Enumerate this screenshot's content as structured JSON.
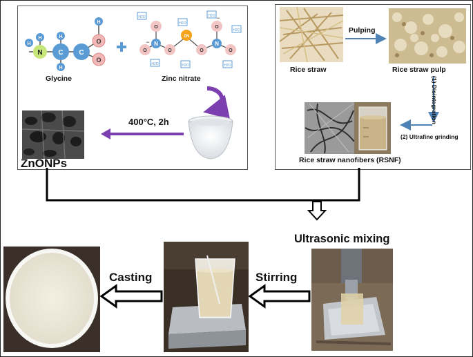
{
  "top_left": {
    "glycine_label": "Glycine",
    "zinc_nitrate_label": "Zinc nitrate",
    "temperature_label": "400°C, 2h",
    "product_label": "ZnONPs",
    "atom_n": "N",
    "atom_h": "H",
    "atom_c": "C",
    "atom_o": "O",
    "atom_zn": "ZN",
    "water": "H2O",
    "plus_sign": "+",
    "minus_sign": "−"
  },
  "top_right": {
    "rice_straw_label": "Rice straw",
    "pulping_label": "Pulping",
    "pulp_label": "Rice straw pulp",
    "disintegration_label": "(1) Disintegration",
    "grinding_label": "(2) Ultrafine grinding",
    "rsnf_label": "Rice straw nanofibers (RSNF)"
  },
  "bottom": {
    "ultrasonic_label": "Ultrasonic mixing",
    "stirring_label": "Stirring",
    "casting_label": "Casting"
  },
  "colors": {
    "purple_arrow": "#7b3fb0",
    "blue_arrow": "#4f83b6",
    "glycine_n": "#c6e67a",
    "glycine_c": "#5b9bd5",
    "oxygen": "#f2b8b8",
    "zinc": "#f7a21b"
  }
}
